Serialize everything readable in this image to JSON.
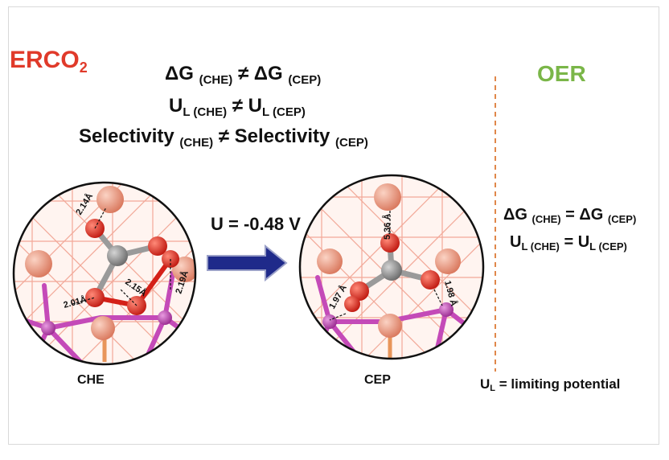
{
  "left_section": {
    "title_main": "ERCO",
    "title_sub": "2",
    "equations": [
      {
        "lhs": "ΔG",
        "lhs_sub": "(CHE)",
        "op": "≠",
        "rhs": "ΔG",
        "rhs_sub": "(CEP)"
      },
      {
        "lhs": "U",
        "lhs_sub": "L (CHE)",
        "op": "≠",
        "rhs": "U",
        "rhs_sub": "L (CEP)"
      },
      {
        "lhs": "Selectivity",
        "lhs_sub": "(CHE)",
        "op": "≠",
        "rhs": "Selectivity",
        "rhs_sub": "(CEP)"
      }
    ],
    "potential_label": "U = -0.48 V",
    "che_caption": "CHE",
    "cep_caption": "CEP",
    "che_distances": [
      "2.14Å",
      "2.01Å",
      "2.15Å",
      "2.19Å"
    ],
    "cep_distances": [
      "5.36 Å",
      "1.97 Å",
      "1.98 Å"
    ]
  },
  "right_section": {
    "title": "OER",
    "equations": [
      {
        "lhs": "ΔG",
        "lhs_sub": "(CHE)",
        "op": "=",
        "rhs": "ΔG",
        "rhs_sub": "(CEP)"
      },
      {
        "lhs": "U",
        "lhs_sub": "L (CHE)",
        "op": "=",
        "rhs": "U",
        "rhs_sub": "L (CEP)"
      }
    ],
    "note_main": "U",
    "note_sub": "L",
    "note_rest": " = limiting potential"
  },
  "colors": {
    "ercolabel": "#e03a2a",
    "oerlabel": "#7ab648",
    "arrow": "#1f2a8a",
    "divider": "#e0874a",
    "cu": "#f0a088",
    "oxygen": "#e8261c",
    "carbon": "#8a8a8a",
    "substrate": "#c44ab8"
  }
}
